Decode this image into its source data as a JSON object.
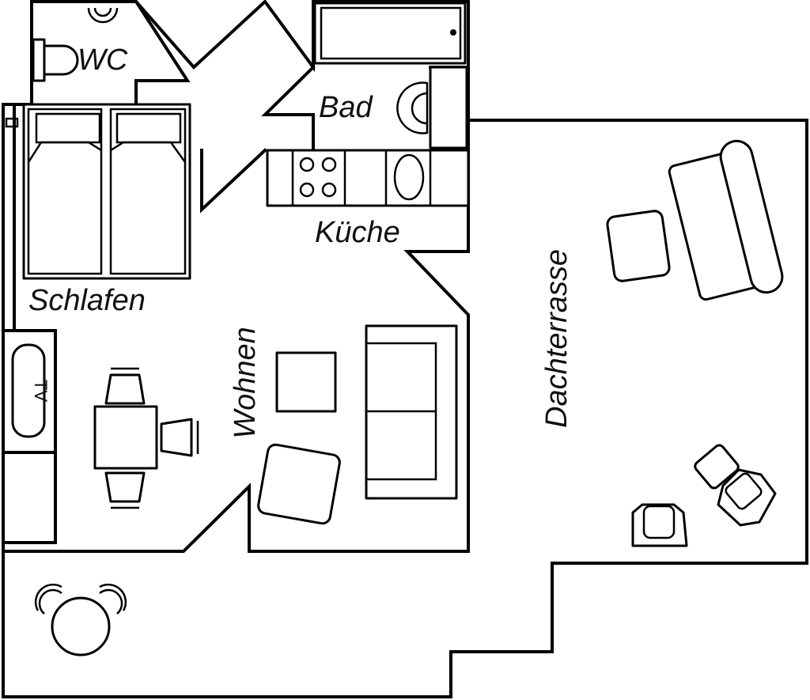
{
  "rooms": {
    "wc": "WC",
    "bad": "Bad",
    "kueche": "Küche",
    "schlafen": "Schlafen",
    "wohnen": "Wohnen",
    "dachterrasse": "Dachterrasse"
  },
  "furniture": {
    "tv": "TV"
  }
}
